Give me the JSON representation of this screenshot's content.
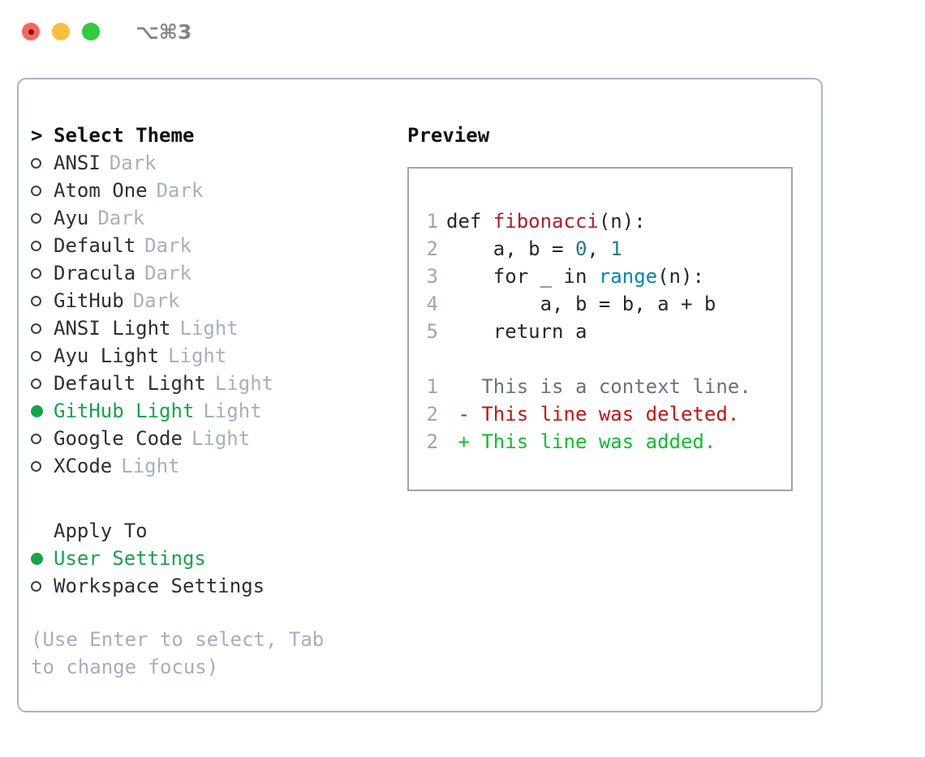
{
  "titlebar": {
    "shortcut": "⌥⌘3",
    "buttons": [
      {
        "name": "close",
        "color": "#f9655f"
      },
      {
        "name": "minimize",
        "color": "#fbbe3f"
      },
      {
        "name": "zoom",
        "color": "#2ecc40"
      }
    ]
  },
  "theme_list": {
    "header": {
      "caret": ">",
      "label": "Select Theme"
    },
    "items": [
      {
        "marker": "○",
        "name": "ANSI",
        "variant": "Dark",
        "selected": false
      },
      {
        "marker": "○",
        "name": "Atom One",
        "variant": "Dark",
        "selected": false
      },
      {
        "marker": "○",
        "name": "Ayu",
        "variant": "Dark",
        "selected": false
      },
      {
        "marker": "○",
        "name": "Default",
        "variant": "Dark",
        "selected": false
      },
      {
        "marker": "○",
        "name": "Dracula",
        "variant": "Dark",
        "selected": false
      },
      {
        "marker": "○",
        "name": "GitHub",
        "variant": "Dark",
        "selected": false
      },
      {
        "marker": "○",
        "name": "ANSI Light",
        "variant": "Light",
        "selected": false
      },
      {
        "marker": "○",
        "name": "Ayu Light",
        "variant": "Light",
        "selected": false
      },
      {
        "marker": "○",
        "name": "Default Light",
        "variant": "Light",
        "selected": false
      },
      {
        "marker": "●",
        "name": "GitHub Light",
        "variant": "Light",
        "selected": true
      },
      {
        "marker": "○",
        "name": "Google Code",
        "variant": "Light",
        "selected": false
      },
      {
        "marker": "○",
        "name": "XCode",
        "variant": "Light",
        "selected": false
      }
    ]
  },
  "apply_to": {
    "header": "Apply To",
    "options": [
      {
        "marker": "●",
        "label": "User Settings",
        "selected": true
      },
      {
        "marker": "○",
        "label": "Workspace Settings",
        "selected": false
      }
    ]
  },
  "hint": "(Use Enter to select, Tab to change focus)",
  "preview": {
    "header": "Preview",
    "code_lines": [
      {
        "no": "1",
        "tokens": [
          {
            "t": "def ",
            "c": "kw"
          },
          {
            "t": "fibonacci",
            "c": "fn"
          },
          {
            "t": "(n):",
            "c": "plain"
          }
        ]
      },
      {
        "no": "2",
        "tokens": [
          {
            "t": "    a, b = ",
            "c": "plain"
          },
          {
            "t": "0",
            "c": "num"
          },
          {
            "t": ", ",
            "c": "plain"
          },
          {
            "t": "1",
            "c": "num"
          }
        ]
      },
      {
        "no": "3",
        "tokens": [
          {
            "t": "    for ",
            "c": "kw"
          },
          {
            "t": "_ ",
            "c": "plain"
          },
          {
            "t": "in ",
            "c": "kw"
          },
          {
            "t": "range",
            "c": "builtin"
          },
          {
            "t": "(n):",
            "c": "plain"
          }
        ]
      },
      {
        "no": "4",
        "tokens": [
          {
            "t": "        a, b = b, a + b",
            "c": "plain"
          }
        ]
      },
      {
        "no": "5",
        "tokens": [
          {
            "t": "    return ",
            "c": "kw"
          },
          {
            "t": "a",
            "c": "plain"
          }
        ]
      }
    ],
    "diff_lines": [
      {
        "no": "1",
        "sign": "  ",
        "text": "This is a context line.",
        "kind": "ctx"
      },
      {
        "no": "2",
        "sign": "- ",
        "text": "This line was deleted.",
        "kind": "del"
      },
      {
        "no": "2",
        "sign": "+ ",
        "text": "This line was added.",
        "kind": "add"
      }
    ]
  },
  "colors": {
    "accent_green": "#17a34a",
    "diff_add": "#0bbf2b",
    "diff_del": "#cc1111",
    "muted": "#a7b0be",
    "border": "#aab3c0"
  }
}
